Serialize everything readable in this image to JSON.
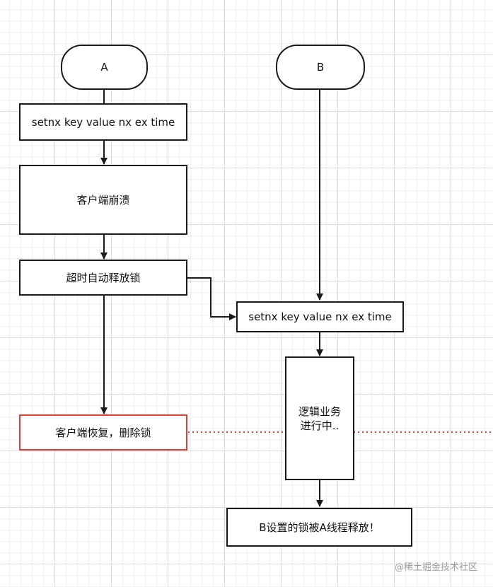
{
  "diagram": {
    "nodes": {
      "a_start": "A",
      "b_start": "B",
      "a_setnx": "setnx key value nx ex time",
      "a_crash": "客户端崩溃",
      "a_timeout": "超时自动释放锁",
      "b_setnx": "setnx key value nx ex time",
      "b_logic": "逻辑业务\n进行中..",
      "a_recover": "客户端恢复，删除锁",
      "b_released": "B设置的锁被A线程释放！"
    },
    "colors": {
      "line": "#1a1a1a",
      "highlight": "#e03c31",
      "dotted": "#e03c31"
    }
  },
  "watermark": "@稀土掘金技术社区"
}
